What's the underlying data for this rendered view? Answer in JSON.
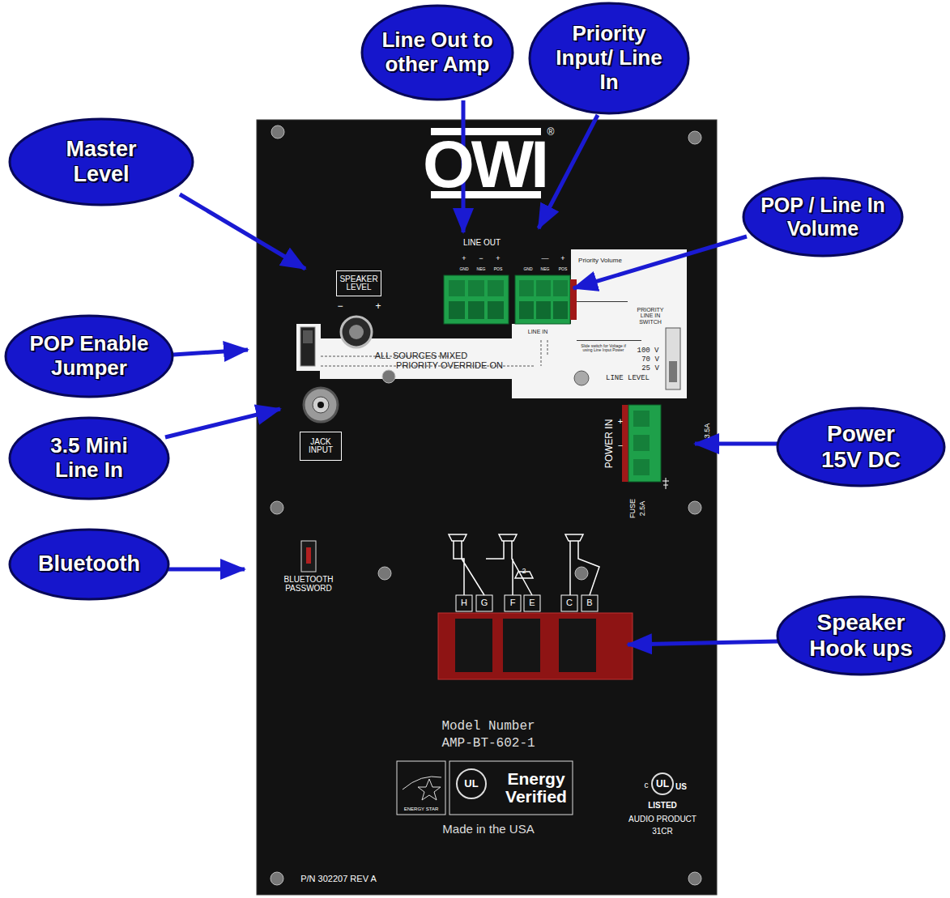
{
  "diagram": {
    "nodes": [
      {
        "text": [
          "Line Out to other Amp"
        ]
      },
      {
        "text": [
          "Priority Input/ Line In"
        ]
      },
      {
        "text": [
          "Master Level"
        ]
      },
      {
        "text": [
          "POP / Line In Volume"
        ]
      },
      {
        "text": [
          "SPEAKER LEVEL"
        ]
      },
      {
        "text": [
          "POP Enable Jumper"
        ]
      },
      {
        "text": [
          "JACK INPUT"
        ]
      },
      {
        "text": [
          "Power 15V DC"
        ]
      },
      {
        "text": [
          "3.5 Mini Line In"
        ]
      },
      {
        "text": [
          "Bluetooth"
        ]
      },
      {
        "text": [
          "Speaker Hook ups"
        ]
      }
    ],
    "labels": [
      "OWI",
      "®",
      "LINE OUT",
      "+",
      "−",
      "+",
      "GND",
      "NEG",
      "POS",
      "—",
      "+",
      "GND",
      "NEG",
      "POS",
      "Priority Volume",
      "LINE IN",
      "PRIORITY LINE IN SWITCH",
      "Slide switch for Voltage if using Line Input Power",
      "100 V",
      "70 V",
      "25 V",
      "LINE LEVEL",
      "ALL SOURCES MIXED",
      "PRIORITY OVERRIDE ON",
      "−",
      "+",
      "POWER IN",
      "+",
      "−",
      "3.5A",
      "FUSE",
      "2.5A",
      "BLUETOOTH PASSWORD",
      "H",
      "G",
      "F",
      "E",
      "C",
      "B",
      "2",
      "Model Number",
      "AMP-BT-602-1",
      "ENERGY STAR",
      "UL",
      "Energy Verified",
      "Made in the USA",
      "c",
      "UL",
      "US",
      "LISTED",
      "AUDIO PRODUCT",
      "31CR",
      "P/N 302207 REV A"
    ]
  }
}
